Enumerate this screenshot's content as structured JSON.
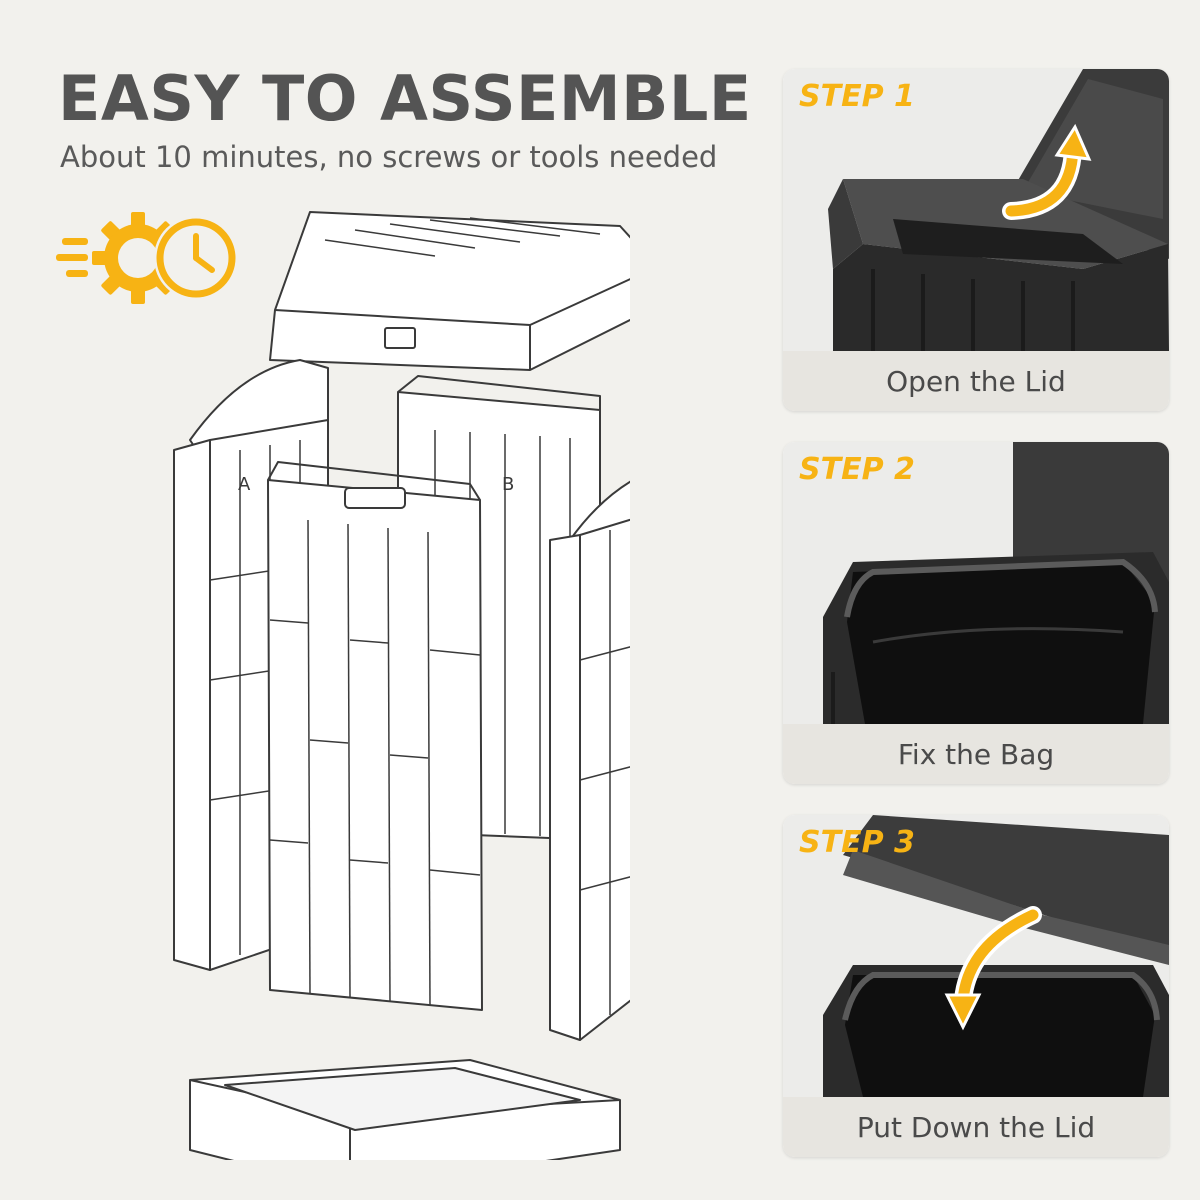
{
  "header": {
    "title": "EASY TO ASSEMBLE",
    "subtitle": "About 10 minutes, no screws or tools needed"
  },
  "panel_labels": {
    "left": "A",
    "right": "B"
  },
  "colors": {
    "accent": "#f7b314",
    "text": "#545454",
    "background": "#f2f1ed",
    "caption_bg": "#e7e5e0"
  },
  "icons": {
    "speed": "gear-clock-icon"
  },
  "steps": [
    {
      "label": "STEP 1",
      "caption": "Open the Lid"
    },
    {
      "label": "STEP 2",
      "caption": "Fix the Bag"
    },
    {
      "label": "STEP 3",
      "caption": "Put Down the Lid"
    }
  ]
}
